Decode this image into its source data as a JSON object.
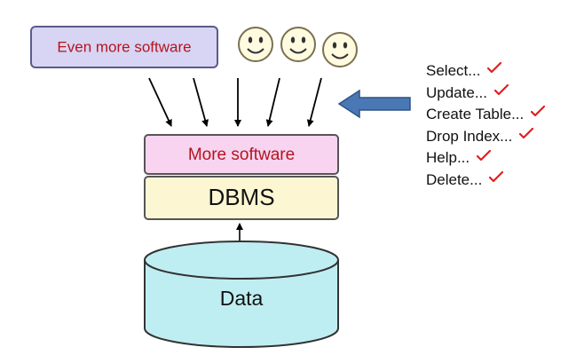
{
  "boxes": {
    "even_more_software": "Even more software",
    "more_software": "More software",
    "dbms": "DBMS",
    "data": "Data"
  },
  "commands": [
    {
      "label": "Select...",
      "icon": "check-icon"
    },
    {
      "label": "Update...",
      "icon": "check-icon"
    },
    {
      "label": "Create Table...",
      "icon": "check-icon"
    },
    {
      "label": "Drop Index...",
      "icon": "check-icon"
    },
    {
      "label": "Help...",
      "icon": "check-icon"
    },
    {
      "label": "Delete...",
      "icon": "check-icon"
    }
  ],
  "icons": {
    "users": [
      "smiley-face-icon",
      "smiley-face-icon",
      "smiley-face-icon"
    ],
    "command-arrow": "left-arrow-icon"
  },
  "colors": {
    "even_more_fill": "#d8d4f4",
    "more_software_fill": "#f8d4f0",
    "dbms_fill": "#fcf6d2",
    "data_fill": "#bfeef2",
    "box_text_red": "#b4141e",
    "arrow_blue": "#4a78b4",
    "check_red": "#e0201e"
  }
}
